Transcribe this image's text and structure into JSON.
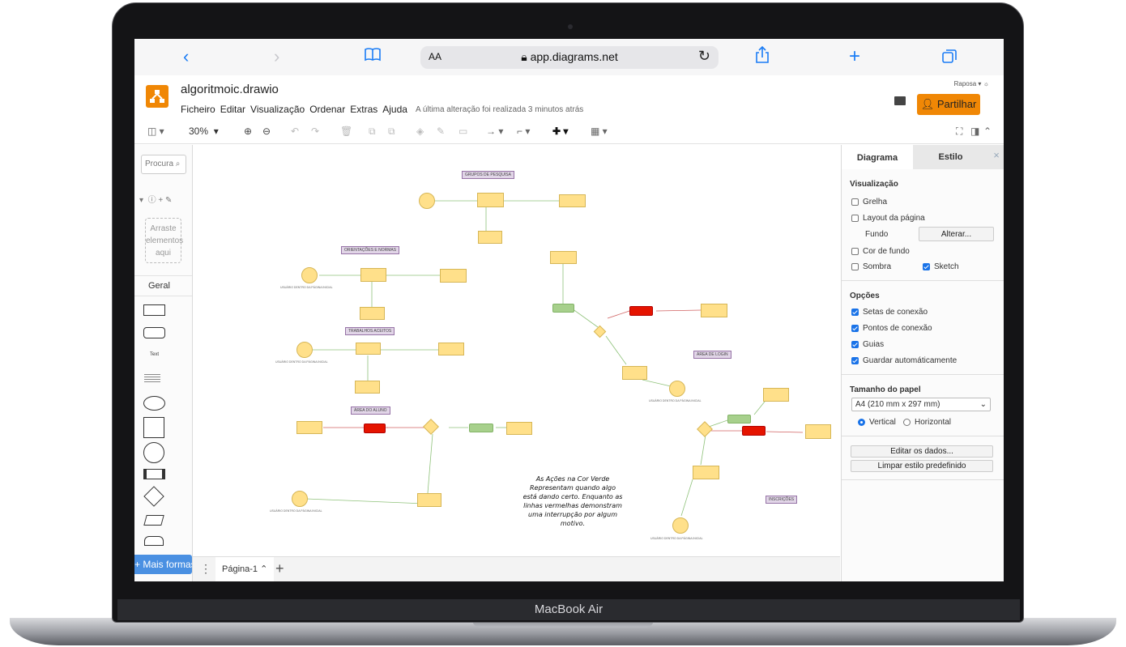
{
  "device": {
    "label": "MacBook Air"
  },
  "browser": {
    "text_size_label": "AA",
    "url": "app.diagrams.net",
    "icons": [
      "back-icon",
      "forward-icon",
      "bookmarks-icon",
      "lock-icon",
      "reload-icon",
      "share-icon",
      "new-tab-icon",
      "tabs-icon"
    ]
  },
  "app": {
    "filename": "algoritmoic.drawio",
    "menu": [
      "Ficheiro",
      "Editar",
      "Visualização",
      "Ordenar",
      "Extras",
      "Ajuda"
    ],
    "last_change": "A última alteração foi realizada 3 minutos atrás",
    "user": "Raposa",
    "share_label": "Partilhar",
    "accent": "#f08705"
  },
  "toolbar": {
    "zoom": "30%"
  },
  "left_panel": {
    "search_placeholder": "Procura",
    "drop_hint": "Arraste elementos aqui",
    "section": "Geral",
    "text_shape": "Text",
    "more_shapes": "+ Mais formas"
  },
  "pages": {
    "current": "Página-1"
  },
  "right_panel": {
    "tab_diagram": "Diagrama",
    "tab_style": "Estilo",
    "view_title": "Visualização",
    "grid": "Grelha",
    "page_layout": "Layout da página",
    "background_label": "Fundo",
    "change_button": "Alterar...",
    "background_color": "Cor de fundo",
    "shadow": "Sombra",
    "sketch": "Sketch",
    "options_title": "Opções",
    "connection_arrows": "Setas de conexão",
    "connection_points": "Pontos de conexão",
    "guides": "Guias",
    "autosave": "Guardar automáticamente",
    "paper_size_title": "Tamanho do papel",
    "paper_size": "A4 (210 mm x 297 mm)",
    "portrait": "Vertical",
    "landscape": "Horizontal",
    "edit_data": "Editar os dados...",
    "clear_style": "Limpar estilo predefinido",
    "checked": {
      "grid": false,
      "page_layout": false,
      "background_color": false,
      "shadow": false,
      "sketch": true,
      "connection_arrows": true,
      "connection_points": true,
      "guides": true,
      "autosave": true
    }
  },
  "diagram": {
    "labels": [
      "GRUPOS DE PESQUISA",
      "ORIENTAÇÕES E NORMAS",
      "TRABALHOS ACEITOS",
      "ÁREA DO ALUNO",
      "ÁREA DE LOGIN",
      "INSCRIÇÕES"
    ],
    "caption": "USUÁRIO DENTRO DA PÁGINA INICIAL",
    "note_text": "As Ações na Cor Verde Representam quando algo está dando certo. Enquanto as linhas vermelhas demonstram uma interrupção por algum motivo."
  }
}
